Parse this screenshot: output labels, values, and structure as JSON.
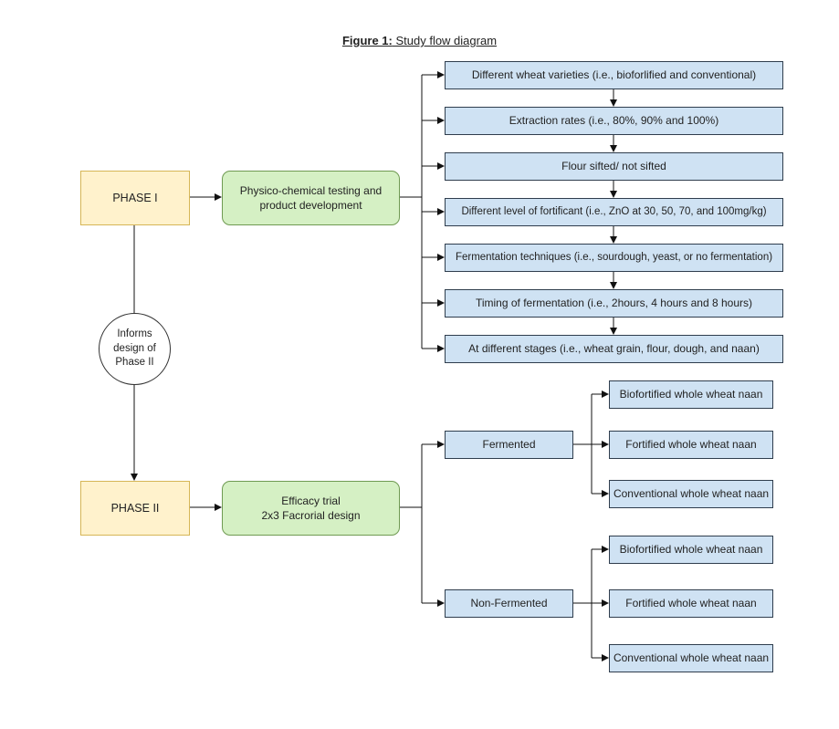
{
  "figure": {
    "label": "Figure 1:",
    "caption": " Study flow diagram"
  },
  "phases": {
    "phase1": "PHASE I",
    "phase2": "PHASE II"
  },
  "connector_circle": "Informs design of Phase II",
  "phase1_activity": "Physico-chemical testing and product development",
  "phase2_activity": {
    "line1": "Efficacy trial",
    "line2": "2x3 Facrorial design"
  },
  "phase1_steps": [
    "Different wheat varieties (i.e., bioforlified and conventional)",
    "Extraction rates (i.e.,  80%, 90% and 100%)",
    "Flour sifted/ not sifted",
    "Different level of fortificant (i.e., ZnO at 30, 50, 70, and 100mg/kg)",
    "Fermentation techniques (i.e., sourdough, yeast, or no fermentation)",
    "Timing of fermentation (i.e., 2hours, 4 hours and 8 hours)",
    "At different stages (i.e., wheat grain, flour, dough, and naan)"
  ],
  "phase2_groups": [
    {
      "label": "Fermented",
      "arms": [
        "Biofortified whole wheat naan",
        "Fortified whole wheat naan",
        "Conventional whole wheat naan"
      ]
    },
    {
      "label": "Non-Fermented",
      "arms": [
        "Biofortified whole wheat naan",
        "Fortified whole wheat naan",
        "Conventional whole wheat naan"
      ]
    }
  ]
}
